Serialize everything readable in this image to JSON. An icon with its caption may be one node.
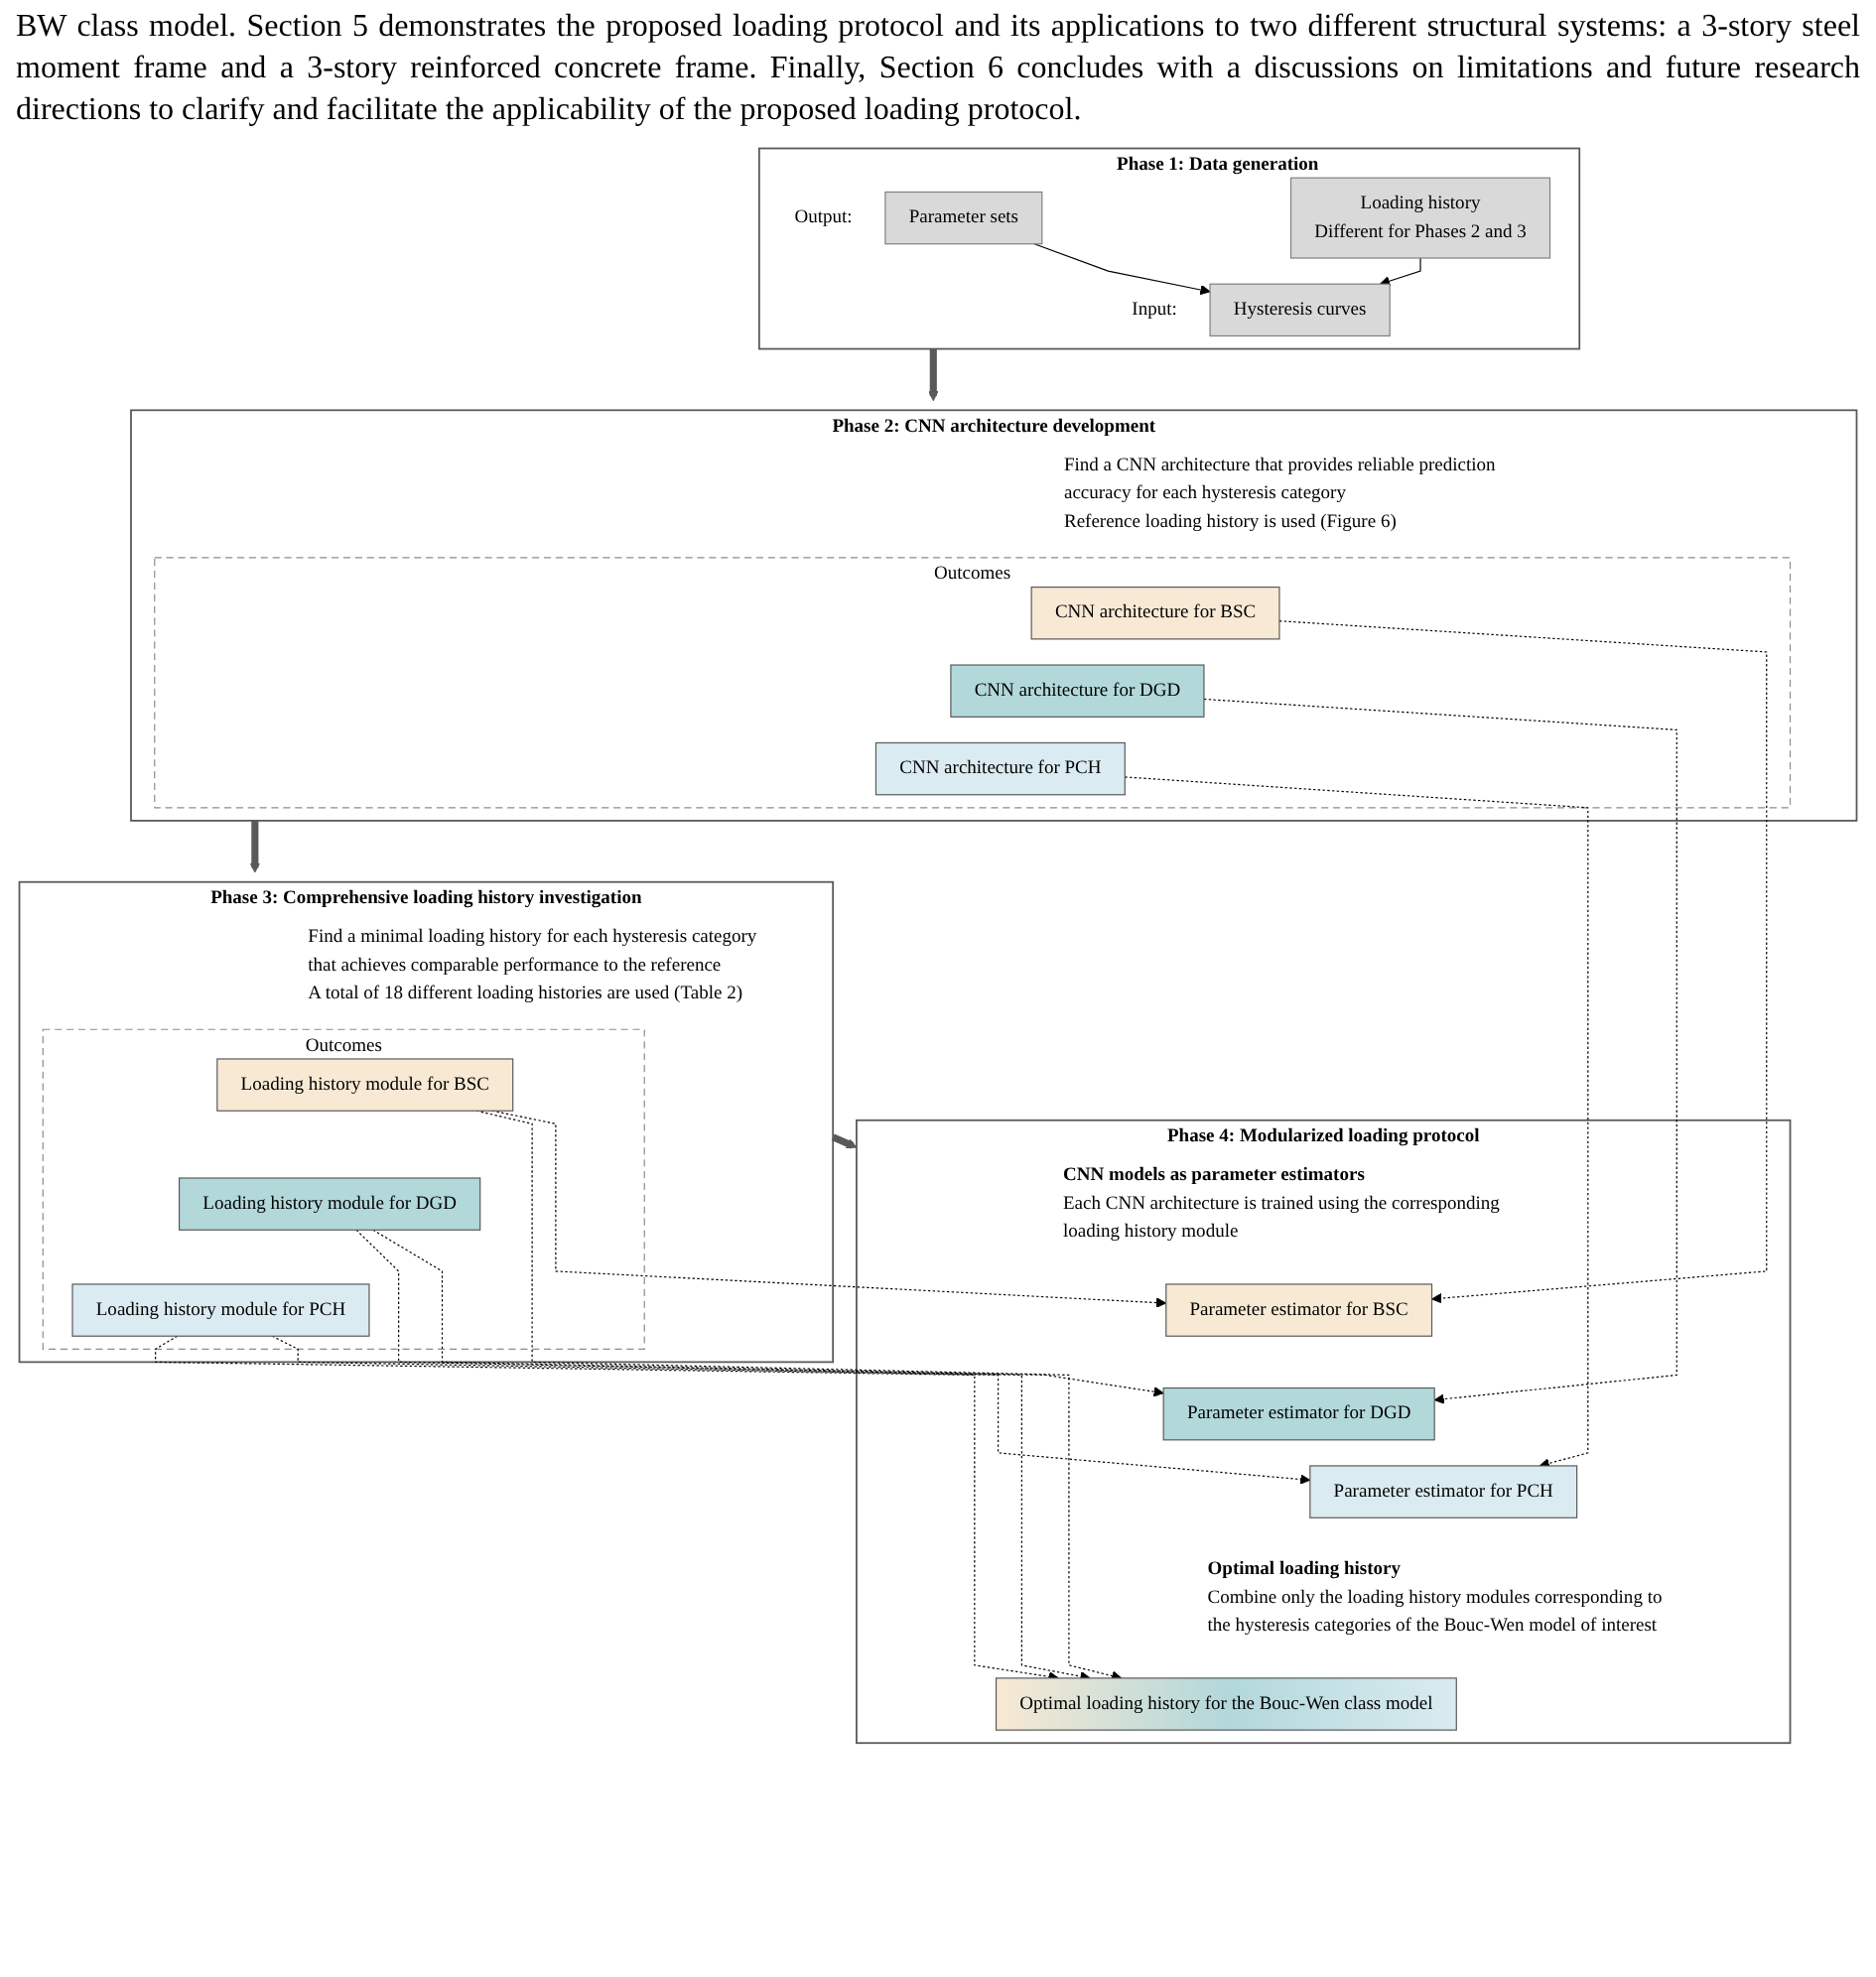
{
  "diagram": {
    "nodes": [
      {
        "text": [
          "Phase 1: Data generation"
        ]
      },
      {
        "text": [
          "Parameter sets"
        ],
        "in": 0,
        "beside": [
          "Output:"
        ]
      },
      {
        "text": [
          "Loading history",
          "Different for Phases 2 and 3"
        ],
        "in": 0
      },
      {
        "text": [
          "Hysteresis curves"
        ],
        "in": 0,
        "beside": [
          "Input:"
        ]
      },
      {
        "text": [
          "Phase 2: CNN architecture development",
          "Find a CNN architecture that provides reliable prediction accuracy for each hysteresis category",
          "Reference loading history is used (Figure 6)"
        ]
      },
      {
        "text": [
          "Outcomes"
        ],
        "in": 4
      },
      {
        "text": [
          "CNN architecture for BSC"
        ],
        "in": 5
      },
      {
        "text": [
          "CNN architecture for DGD"
        ],
        "in": 5
      },
      {
        "text": [
          "CNN architecture for PCH"
        ],
        "in": 5
      },
      {
        "text": [
          "Phase 3: Comprehensive loading history investigation",
          "Find a minimal loading history for each hysteresis category that achieves comparable performance to the reference",
          "A total of 18 different loading histories are used (Table 2)"
        ]
      },
      {
        "text": [
          "Outcomes"
        ],
        "in": 9
      },
      {
        "text": [
          "Loading history module for BSC"
        ],
        "in": 10
      },
      {
        "text": [
          "Loading history module for DGD"
        ],
        "in": 10
      },
      {
        "text": [
          "Loading history module for PCH"
        ],
        "in": 10
      },
      {
        "text": [
          "Phase 4: Modularized loading protocol",
          "CNN models as parameter estimators",
          "Each CNN architecture is trained using the corresponding loading history module",
          "Optimal loading history",
          "Combine only the loading history modules corresponding to the hysteresis categories of the Bouc-Wen model of interest"
        ]
      },
      {
        "text": [
          "Parameter estimator for BSC"
        ],
        "in": 14
      },
      {
        "text": [
          "Parameter estimator for DGD"
        ],
        "in": 14
      },
      {
        "text": [
          "Parameter estimator for PCH"
        ],
        "in": 14
      },
      {
        "text": [
          "Optimal loading history for the Bouc-Wen class model"
        ],
        "in": 14
      }
    ],
    "edges": [
      {
        "from": 1,
        "to": 3,
        "arrow": "to"
      },
      {
        "from": 2,
        "to": 3,
        "arrow": "to"
      },
      {
        "from": 0,
        "to": 4,
        "arrow": "to",
        "style": "thick",
        "color": "#595959"
      },
      {
        "from": 4,
        "to": 9,
        "arrow": "to",
        "style": "thick",
        "color": "#595959"
      },
      {
        "from": 9,
        "to": 14,
        "arrow": "to",
        "style": "thick",
        "color": "#595959"
      },
      {
        "from": 6,
        "to": 15,
        "arrow": "to",
        "style": "dashed"
      },
      {
        "from": 7,
        "to": 16,
        "arrow": "to",
        "style": "dashed"
      },
      {
        "from": 8,
        "to": 17,
        "arrow": "to",
        "style": "dashed"
      },
      {
        "from": 11,
        "to": 15,
        "arrow": "to",
        "style": "dashed"
      },
      {
        "from": 12,
        "to": 16,
        "arrow": "to",
        "style": "dashed"
      },
      {
        "from": 13,
        "to": 17,
        "arrow": "to",
        "style": "dashed"
      },
      {
        "from": 11,
        "to": 18,
        "arrow": "to",
        "style": "dashed"
      },
      {
        "from": 12,
        "to": 18,
        "arrow": "to",
        "style": "dashed"
      },
      {
        "from": 13,
        "to": 18,
        "arrow": "to",
        "style": "dashed"
      }
    ],
    "labels": [
      "BW class model. Section 5 demonstrates the proposed loading protocol and its applications to two different structural systems: a 3-story steel moment frame and a 3-story reinforced concrete frame. Finally, Section 6 concludes with a discussions on limitations and future research directions to clarify and facilitate the applicability of the proposed loading protocol."
    ]
  }
}
